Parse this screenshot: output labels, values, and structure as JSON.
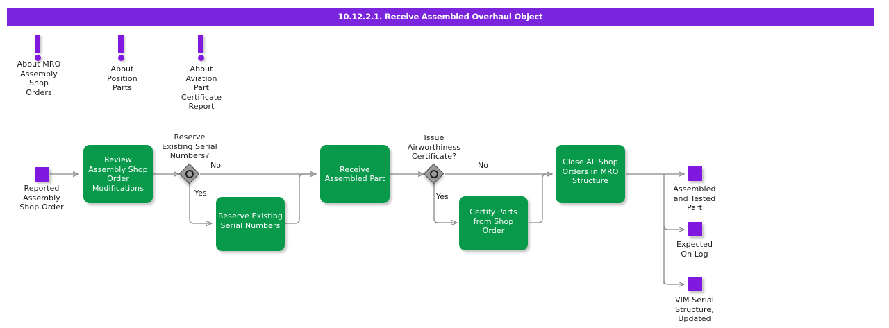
{
  "header": {
    "title": "10.12.2.1. Receive Assembled Overhaul Object",
    "background_color": "#7B24DE",
    "text_color": "#FFFFFF"
  },
  "palette": {
    "task_green": "#09994A",
    "data_purple": "#8118E0",
    "gateway_gray": "#9A9A9A",
    "connector_gray": "#888888",
    "text_black": "#1B1B1B"
  },
  "diagram": {
    "type": "bpmn-flowchart",
    "annotations": [
      {
        "icon": "exclamation-marker-icon",
        "label": "About MRO\nAssembly\nShop\nOrders"
      },
      {
        "icon": "exclamation-marker-icon",
        "label": "About\nPosition\nParts"
      },
      {
        "icon": "exclamation-marker-icon",
        "label": "About\nAviation\nPart\nCertificate\nReport"
      }
    ],
    "inputs": [
      {
        "icon": "data-object-icon",
        "label": "Reported\nAssembly\nShop Order"
      }
    ],
    "tasks": [
      {
        "id": "review-assembly-shop-order-modifications",
        "label": "Review\nAssembly Shop\nOrder\nModifications"
      },
      {
        "id": "reserve-existing-serial-numbers",
        "label": "Reserve Existing\nSerial Numbers"
      },
      {
        "id": "receive-assembled-part",
        "label": "Receive\nAssembled Part"
      },
      {
        "id": "certify-parts-from-shop-order",
        "label": "Certify Parts\nfrom Shop\nOrder"
      },
      {
        "id": "close-all-shop-orders-in-mro-structure",
        "label": "Close All Shop\nOrders in MRO\nStructure"
      }
    ],
    "gateways": [
      {
        "id": "reserve-existing-serial-numbers-gateway",
        "label": "Reserve\nExisting Serial\nNumbers?",
        "branches": {
          "no": "No",
          "yes": "Yes"
        }
      },
      {
        "id": "issue-airworthiness-certificate-gateway",
        "label": "Issue\nAirworthiness\nCertificate?",
        "branches": {
          "no": "No",
          "yes": "Yes"
        }
      }
    ],
    "outputs": [
      {
        "icon": "data-object-icon",
        "label": "Assembled\nand Tested\nPart"
      },
      {
        "icon": "data-object-icon",
        "label": "Expected\nOn Log"
      },
      {
        "icon": "data-object-icon",
        "label": "VIM Serial\nStructure,\nUpdated"
      }
    ]
  }
}
